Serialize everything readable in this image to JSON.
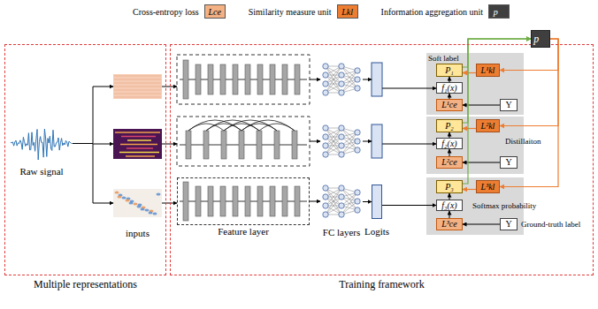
{
  "diagram": {
    "nodes": [
      {
        "text": [
          "Multiple representations"
        ]
      },
      {
        "text": [
          "Raw signal"
        ],
        "in": 0
      },
      {
        "text": [
          "inputs"
        ],
        "in": 0
      },
      {
        "text": [
          "Training framework"
        ]
      },
      {
        "text": [
          "Feature layer"
        ],
        "in": 3
      },
      {
        "text": [
          "FC layers"
        ],
        "in": 3
      },
      {
        "text": [
          "Logits"
        ],
        "in": 3
      },
      {
        "text": [
          "P₁"
        ],
        "in": 3
      },
      {
        "text": [
          "f₁(x)"
        ],
        "in": 3
      },
      {
        "text": [
          "L¹ce"
        ],
        "in": 3
      },
      {
        "text": [
          "L¹kl"
        ],
        "in": 3
      },
      {
        "text": [
          "Y"
        ],
        "in": 3
      },
      {
        "text": [
          "P₂"
        ],
        "in": 3
      },
      {
        "text": [
          "f₂(x)"
        ],
        "in": 3
      },
      {
        "text": [
          "L²ce"
        ],
        "in": 3
      },
      {
        "text": [
          "L²kl"
        ],
        "in": 3
      },
      {
        "text": [
          "Y"
        ],
        "in": 3
      },
      {
        "text": [
          "P₃"
        ],
        "in": 3
      },
      {
        "text": [
          "f₃(x)"
        ],
        "in": 3
      },
      {
        "text": [
          "L³ce"
        ],
        "in": 3
      },
      {
        "text": [
          "L³kl"
        ],
        "in": 3
      },
      {
        "text": [
          "Y"
        ],
        "in": 3
      },
      {
        "text": [
          "p⃗"
        ]
      }
    ],
    "edges": [
      {
        "from": 1,
        "to": 2,
        "arrow": "to"
      },
      {
        "from": 2,
        "to": 4,
        "arrow": "to"
      },
      {
        "from": 4,
        "to": 5,
        "arrow": "to"
      },
      {
        "from": 5,
        "to": 6,
        "arrow": "to"
      },
      {
        "from": 6,
        "to": 18,
        "arrow": "to"
      },
      {
        "from": 8,
        "to": 7,
        "arrow": "to"
      },
      {
        "from": 9,
        "to": 8,
        "arrow": "to"
      },
      {
        "from": 11,
        "to": 9,
        "arrow": "to"
      },
      {
        "from": 10,
        "to": 7,
        "arrow": "to"
      },
      {
        "from": 7,
        "to": 22,
        "arrow": "to"
      },
      {
        "from": 22,
        "to": 10,
        "arrow": "to"
      },
      {
        "from": 13,
        "to": 12,
        "arrow": "to"
      },
      {
        "from": 14,
        "to": 13,
        "arrow": "to"
      },
      {
        "from": 16,
        "to": 14,
        "arrow": "to"
      },
      {
        "from": 15,
        "to": 12,
        "arrow": "to"
      },
      {
        "from": 12,
        "to": 22,
        "arrow": "to"
      },
      {
        "from": 22,
        "to": 15,
        "arrow": "to"
      },
      {
        "from": 18,
        "to": 17,
        "arrow": "to"
      },
      {
        "from": 19,
        "to": 18,
        "arrow": "to"
      },
      {
        "from": 21,
        "to": 19,
        "arrow": "to"
      },
      {
        "from": 20,
        "to": 17,
        "arrow": "to"
      },
      {
        "from": 17,
        "to": 22,
        "arrow": "to"
      },
      {
        "from": 22,
        "to": 20,
        "arrow": "to"
      }
    ],
    "labels": [
      "Lce",
      "Lkl",
      "p⃗",
      "Soft label",
      "Distillaiton",
      "Softmax probability",
      "Ground-truth label"
    ],
    "legend": [
      {
        "text": "Cross-entropy loss",
        "color": "#f4b183"
      },
      {
        "text": "Similarity measure unit",
        "color": "#ed7d31"
      },
      {
        "text": "Information aggregation unit",
        "color": "#3f3f3f"
      }
    ]
  }
}
